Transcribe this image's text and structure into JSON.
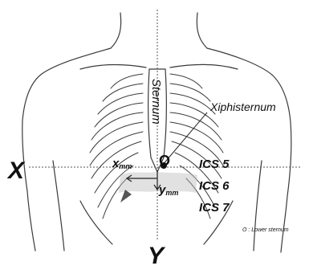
{
  "labels": {
    "axis_x": "X",
    "axis_y": "Y",
    "origin": "O",
    "x_mm_main": "x",
    "x_mm_unit": "mm",
    "y_mm_main": "y",
    "y_mm_unit": "mm",
    "sternum": "Sternum",
    "xiphisternum": "Xiphisternum",
    "ics5": "ICS 5",
    "ics6": "ICS 6",
    "ics7": "ICS 7",
    "legend": "O : Lower sternum"
  },
  "colors": {
    "outline": "#3a3a3a",
    "text": "#111111",
    "axis": "#555555",
    "highlight": "#bcbcbc"
  }
}
